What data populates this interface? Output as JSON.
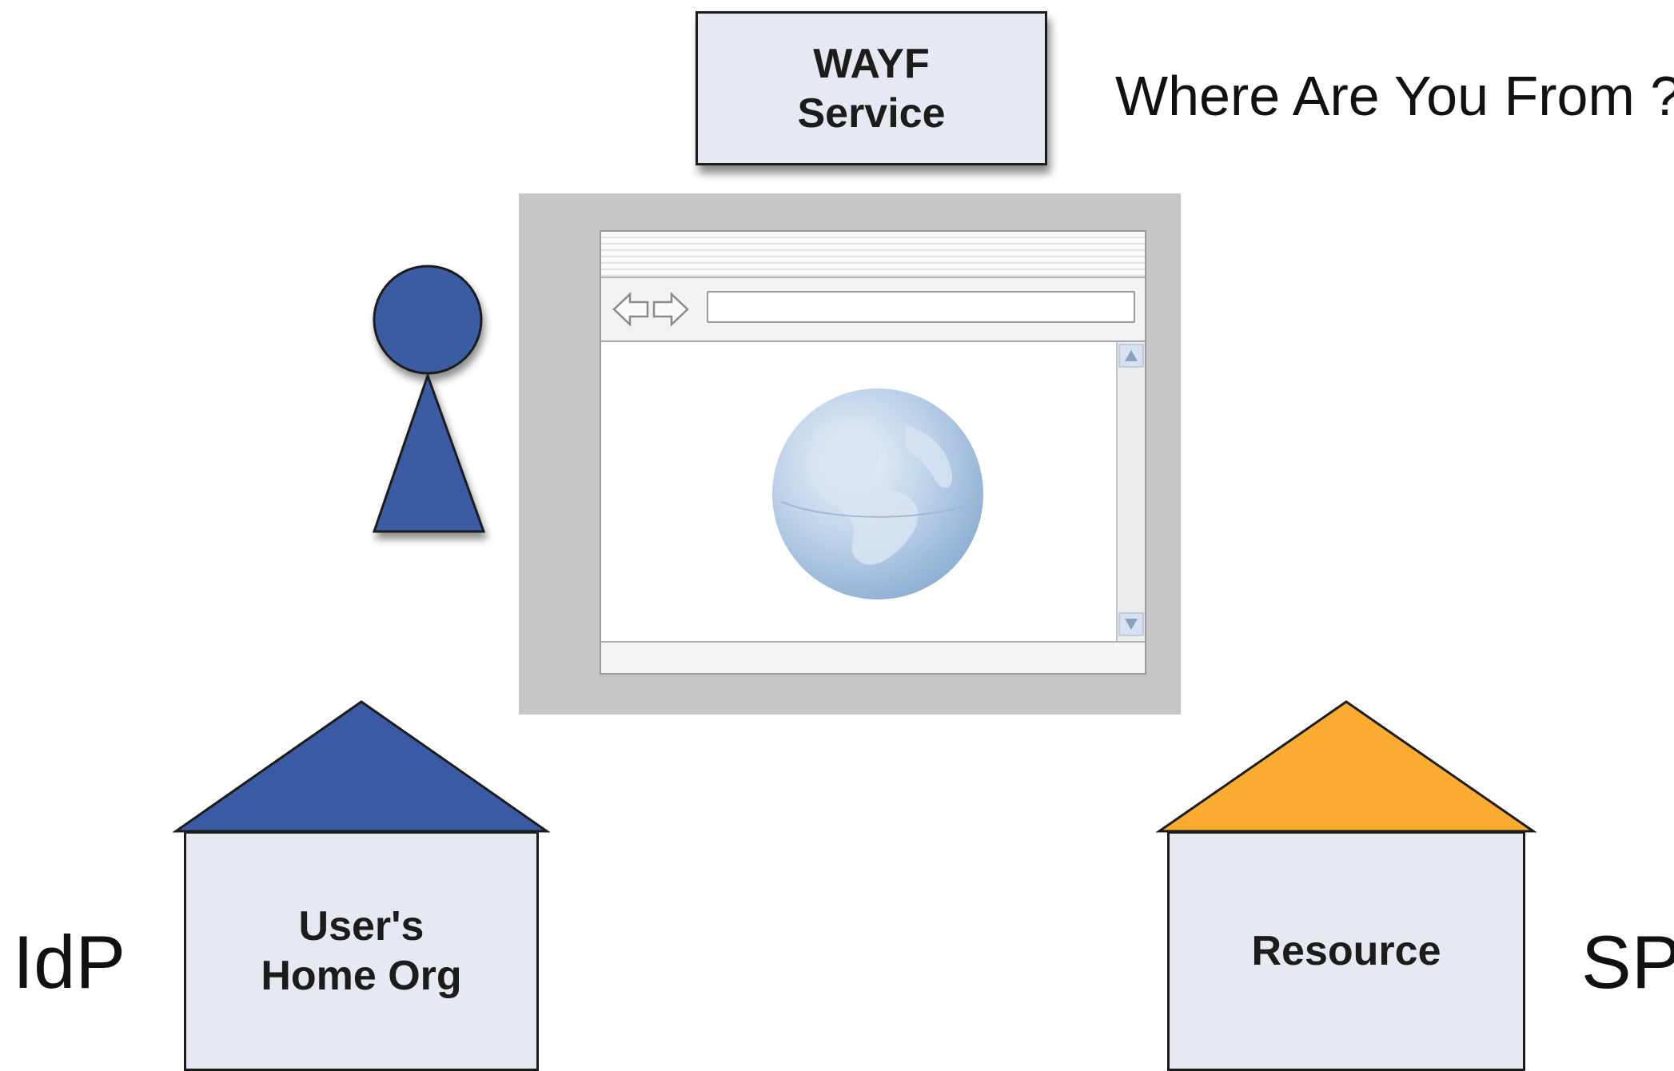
{
  "wayf": {
    "line1": "WAYF",
    "line2": "Service",
    "caption": "Where Are You From ?"
  },
  "home_org": {
    "line1": "User's",
    "line2": "Home Org",
    "role": "IdP",
    "roof_color": "#3a5ba3"
  },
  "resource": {
    "label": "Resource",
    "role": "SP",
    "roof_color": "#f9ac2f"
  },
  "user": {
    "icon": "person-icon",
    "color": "#3a5ba3"
  },
  "browser": {
    "content_icon": "globe-icon"
  }
}
